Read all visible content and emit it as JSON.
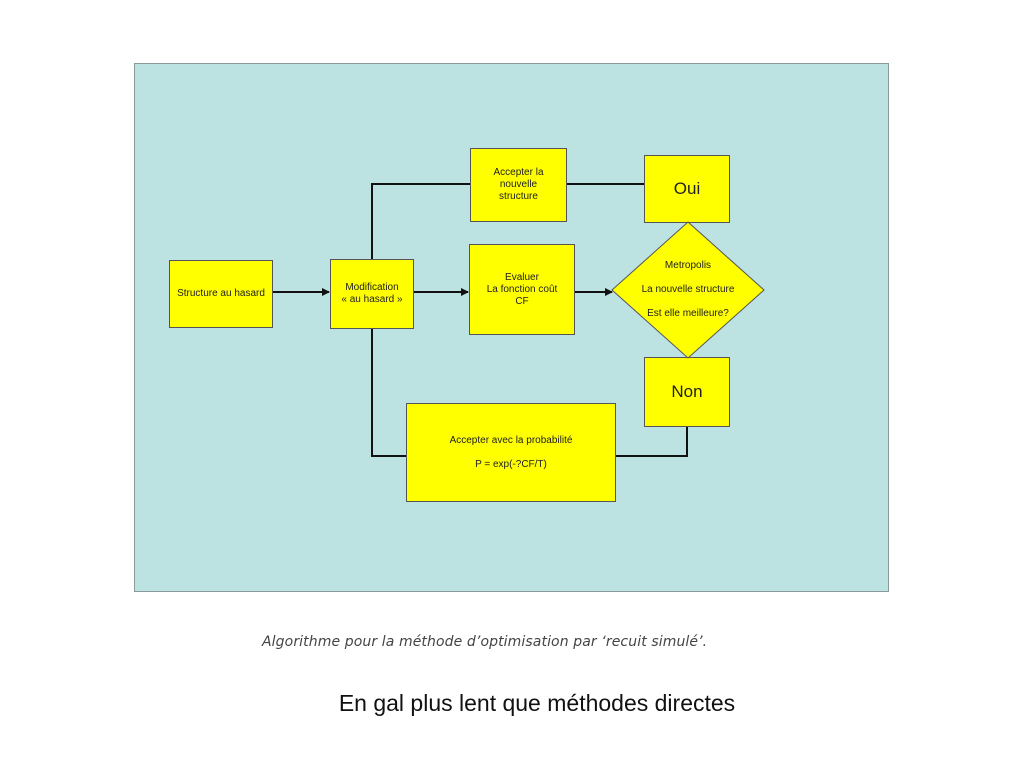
{
  "diagram": {
    "boxes": {
      "random_structure": "Structure au hasard",
      "modification": "Modification\n« au hasard »",
      "accept_structure": "Accepter la\nnouvelle\nstructure",
      "evaluate": "Evaluer\nLa fonction coût\nCF",
      "yes": "Oui",
      "no": "Non",
      "accept_probability": "Accepter avec la probabilité\n\nP = exp(-?CF/T)"
    },
    "decision": "Metropolis\n\nLa nouvelle structure\n\nEst elle meilleure?",
    "colors": {
      "panel_background": "#bde2e2",
      "box_fill": "#ffff00",
      "connector": "#111111"
    }
  },
  "caption": "Algorithme pour la méthode d’optimisation par ‘recuit simulé’.",
  "subtitle": "En gal plus lent que méthodes directes"
}
